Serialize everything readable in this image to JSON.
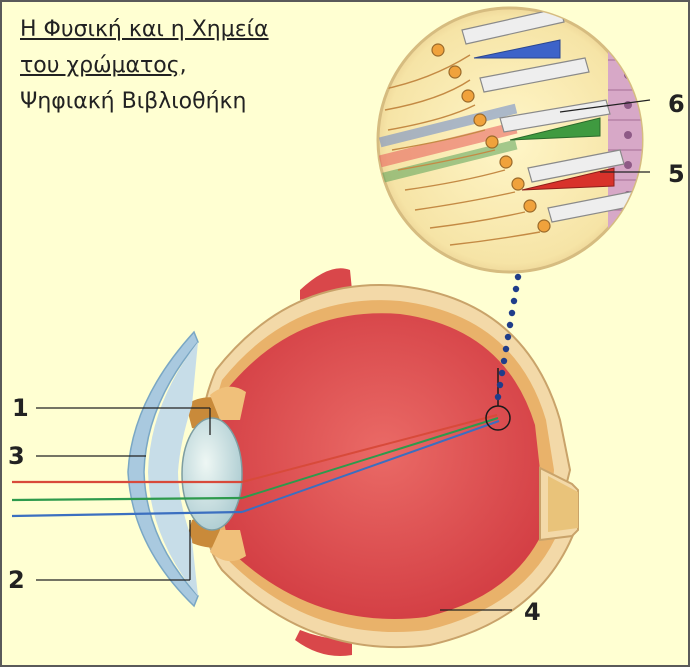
{
  "source": {
    "link_line1": "Η Φυσική και η Χημεία",
    "link_line2": "του χρώματος",
    "comma": ",",
    "subtitle": "Ψηφιακή Βιβλιοθήκη"
  },
  "labels": {
    "l1": "1",
    "l2": "2",
    "l3": "3",
    "l4": "4",
    "l5": "5",
    "l6": "6"
  },
  "colors": {
    "background": "#ffffd2",
    "sclera": "#f3d9a8",
    "eye_interior": "#dd4a4e",
    "cornea": "#a9c9df",
    "lens": "#cfe3e4",
    "ray_red": "#d84a3a",
    "ray_green": "#2e9a4c",
    "ray_blue": "#3b6fc0",
    "cone_blue": "#3d63c9",
    "cone_green": "#3f9a40",
    "cone_red": "#d8322b",
    "dots": "#1f3d8a"
  }
}
